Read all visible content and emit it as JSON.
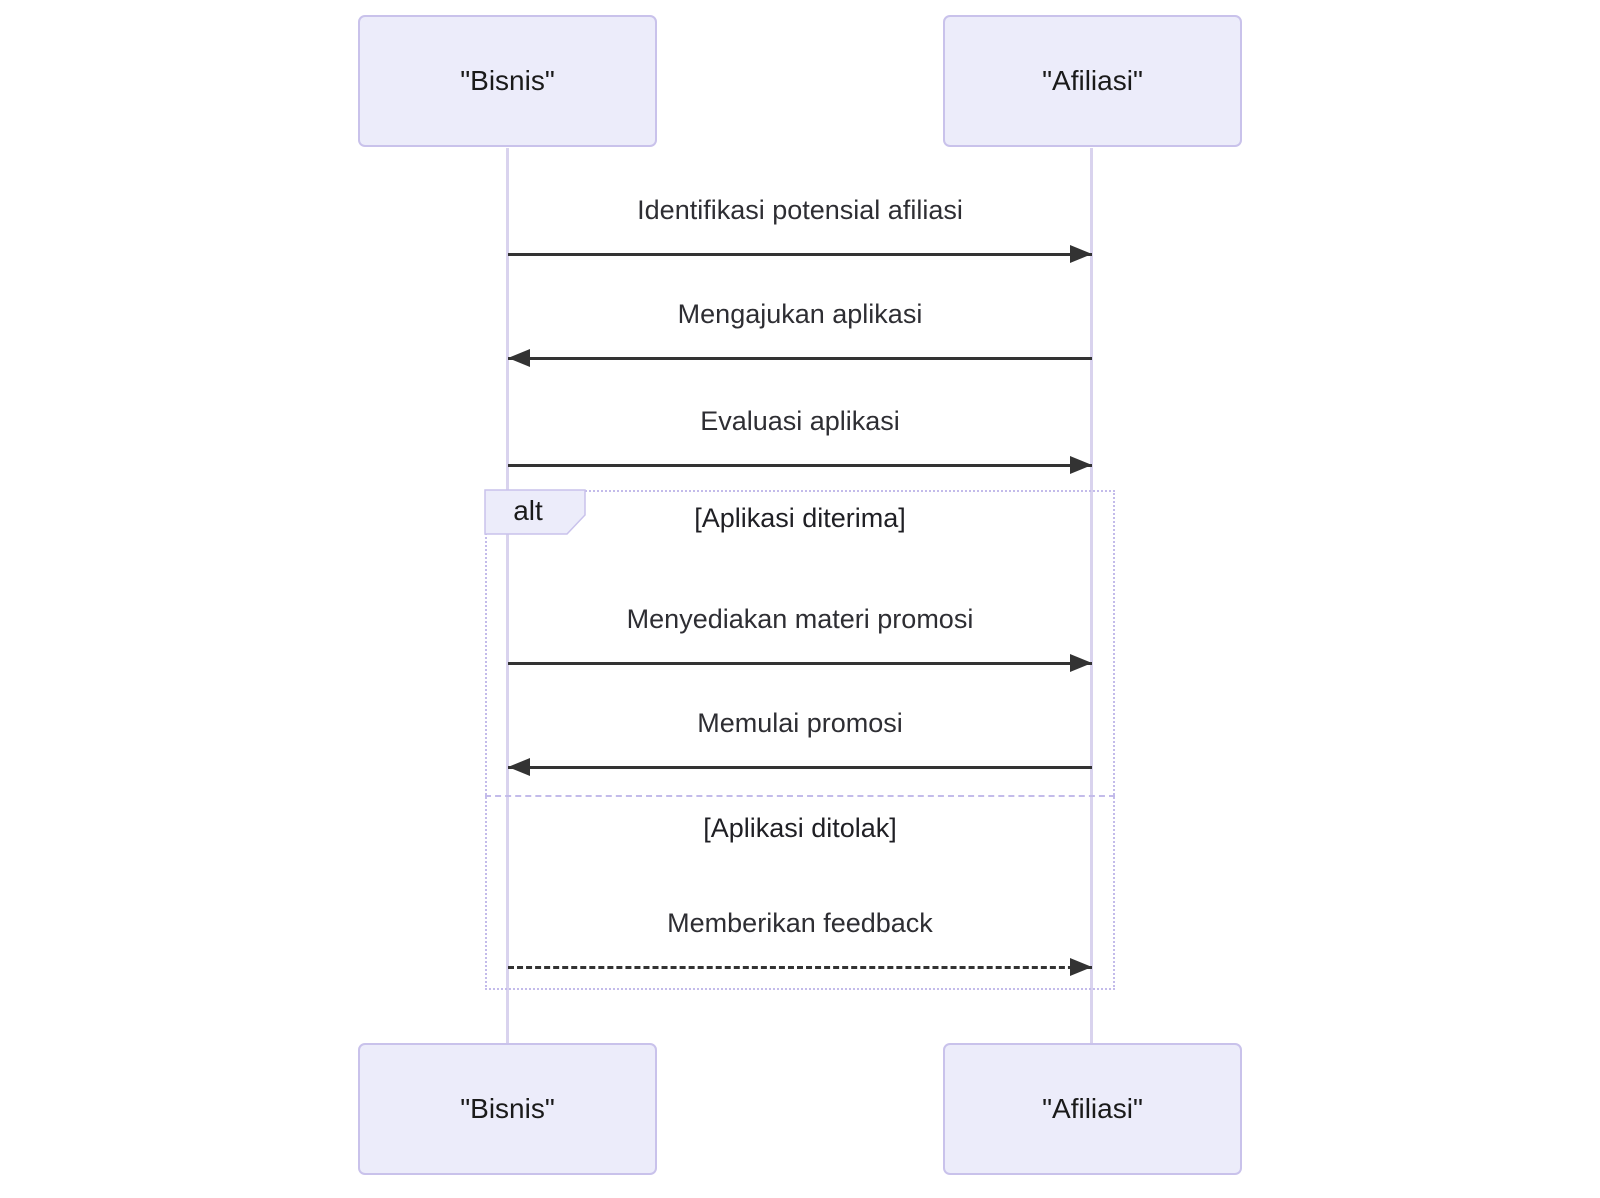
{
  "diagram": {
    "kind": "sequence-diagram",
    "actors": [
      {
        "name": "\"Bisnis\""
      },
      {
        "name": "\"Afiliasi\""
      }
    ],
    "messages": [
      {
        "label": "Identifikasi potensial afiliasi",
        "from": "Bisnis",
        "to": "Afiliasi",
        "line": "solid",
        "direction": "right"
      },
      {
        "label": "Mengajukan aplikasi",
        "from": "Afiliasi",
        "to": "Bisnis",
        "line": "solid",
        "direction": "left"
      },
      {
        "label": "Evaluasi aplikasi",
        "from": "Bisnis",
        "to": "Afiliasi",
        "line": "solid",
        "direction": "right"
      },
      {
        "label": "Menyediakan materi promosi",
        "from": "Bisnis",
        "to": "Afiliasi",
        "line": "solid",
        "direction": "right"
      },
      {
        "label": "Memulai promosi",
        "from": "Afiliasi",
        "to": "Bisnis",
        "line": "solid",
        "direction": "left"
      },
      {
        "label": "Memberikan feedback",
        "from": "Bisnis",
        "to": "Afiliasi",
        "line": "dashed",
        "direction": "right"
      }
    ],
    "alt_frame": {
      "operator": "alt",
      "branches": [
        {
          "condition": "[Aplikasi diterima]"
        },
        {
          "condition": "[Aplikasi ditolak]"
        }
      ]
    },
    "colors": {
      "actor_fill": "#ECECFA",
      "actor_border": "#C9C2EB",
      "lifeline": "#D9D3EE",
      "frame_border": "#C3BBEA",
      "arrow": "#333333",
      "text": "#2E2E33"
    }
  }
}
